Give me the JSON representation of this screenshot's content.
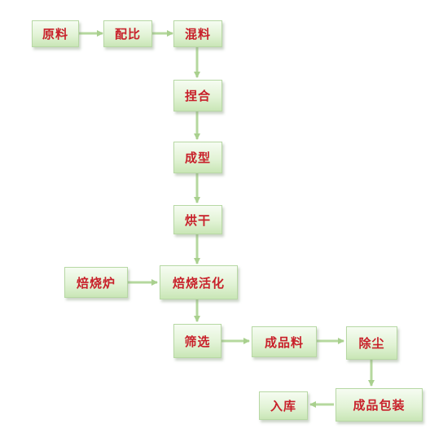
{
  "diagram": {
    "nodes": {
      "raw_material": "原料",
      "proportioning": "配比",
      "mixing": "混料",
      "kneading": "捏合",
      "forming": "成型",
      "drying": "烘干",
      "roasting_furnace": "焙烧炉",
      "roasting_activation": "焙烧活化",
      "screening": "筛选",
      "finished_material": "成品料",
      "dust_removal": "除尘",
      "finished_packaging": "成品包装",
      "warehousing": "入库"
    },
    "colors": {
      "text": "#c8202a",
      "box_fill_top": "#f6fcf2",
      "box_fill_bottom": "#c9e6b6",
      "box_border": "#b7d8a4",
      "arrow": "#b5d89e"
    }
  }
}
